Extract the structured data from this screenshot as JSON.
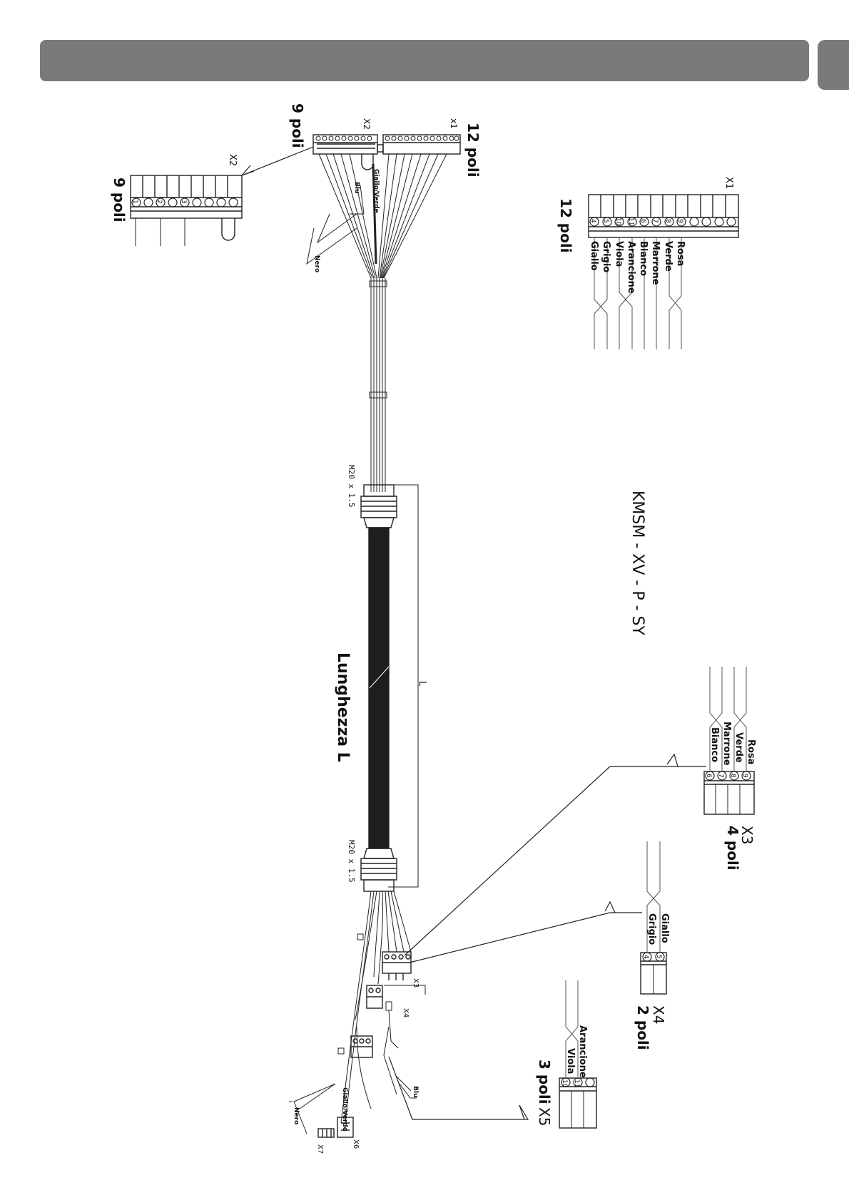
{
  "x1_top": {
    "id": "x1",
    "poles": "12 poli"
  },
  "x2_top": {
    "id": "X2",
    "poles": "9 poli"
  },
  "x2_detail": {
    "id": "X2",
    "poles": "9 poli",
    "pins": [
      "1",
      "2",
      "3"
    ]
  },
  "x1_detail": {
    "id": "X1",
    "poles": "12 poli",
    "pins": [
      "4",
      "5",
      "10",
      "11",
      "6",
      "7",
      "8",
      "9"
    ],
    "wires": [
      "Giallo",
      "Grigio",
      "Viola",
      "Arancione",
      "Bianco",
      "Marrone",
      "Verde",
      "Rosa"
    ]
  },
  "cable": {
    "model": "KMSM - XV - P - SY",
    "length_label": "Lunghezza L",
    "length_marker": "L",
    "gland_top": "M20 x 1.5",
    "gland_bottom": "M20 x 1.5"
  },
  "wires_top": {
    "ground": "Giallo/Verde",
    "blue": "Blu",
    "black": "Nero"
  },
  "wires_bottom": {
    "ground": "Giallo/Verde",
    "blue": "Blu",
    "black": "Nero"
  },
  "x3": {
    "id": "X3",
    "poles": "4 poli",
    "pins": [
      "9",
      "8",
      "7",
      "6"
    ],
    "wires": [
      "Rosa",
      "Verde",
      "Marrone",
      "Bianco"
    ]
  },
  "x4": {
    "id": "X4",
    "poles": "2 poli",
    "pins": [
      "5",
      "4"
    ],
    "wires": [
      "Giallo",
      "Grigio"
    ]
  },
  "x5": {
    "id": "X5",
    "poles": "3 poli",
    "pins": [
      "11",
      "10"
    ],
    "wires": [
      "Arancione",
      "Viola"
    ]
  },
  "small_connectors": {
    "x3": "X3",
    "x4": "X4",
    "x6": "X6",
    "x7": "X7"
  }
}
